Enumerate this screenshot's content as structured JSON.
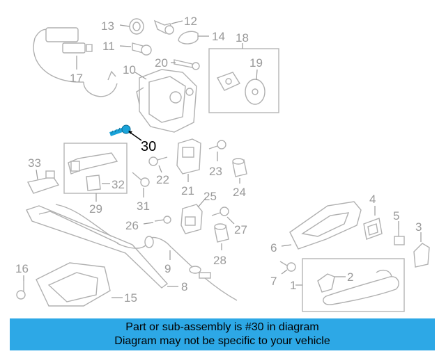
{
  "callouts": {
    "n1": "1",
    "n2": "2",
    "n3": "3",
    "n4": "4",
    "n5": "5",
    "n6": "6",
    "n7": "7",
    "n8": "8",
    "n9": "9",
    "n10": "10",
    "n11": "11",
    "n12": "12",
    "n13": "13",
    "n14": "14",
    "n15": "15",
    "n16": "16",
    "n17": "17",
    "n18": "18",
    "n19": "19",
    "n20": "20",
    "n21": "21",
    "n22": "22",
    "n23": "23",
    "n24": "24",
    "n25": "25",
    "n26": "26",
    "n27": "27",
    "n28": "28",
    "n29": "29",
    "n30": "30",
    "n31": "31",
    "n32": "32",
    "n33": "33"
  },
  "highlight": {
    "part_number": "30",
    "color": "#1aa3d9"
  },
  "banner": {
    "line1": "Part or sub-assembly is #30 in diagram",
    "line2": "Diagram may not be specific to your vehicle",
    "background": "#2da8e6"
  }
}
